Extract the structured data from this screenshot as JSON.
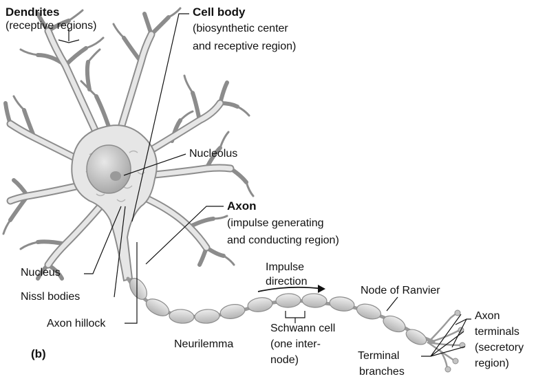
{
  "labels": {
    "dendrites": {
      "title": "Dendrites",
      "sub": "(receptive regions)"
    },
    "cell_body": {
      "title": "Cell body",
      "sub1": "(biosynthetic center",
      "sub2": "and receptive region)"
    },
    "nucleolus": "Nucleolus",
    "axon": {
      "title": "Axon",
      "sub1": "(impulse generating",
      "sub2": "and conducting region)"
    },
    "nucleus": "Nucleus",
    "nissl_bodies": "Nissl bodies",
    "axon_hillock": "Axon hillock",
    "panel_letter": "(b)",
    "impulse_direction": {
      "line1": "Impulse",
      "line2": "direction"
    },
    "node_of_ranvier": "Node of Ranvier",
    "schwann_cell": {
      "line1": "Schwann cell",
      "line2": "(one inter-",
      "line3": "node)"
    },
    "neurilemma": "Neurilemma",
    "terminal_branches": {
      "line1": "Terminal",
      "line2": "branches"
    },
    "axon_terminals": {
      "line1": "Axon",
      "line2": "terminals",
      "line3": "(secretory",
      "line4": "region)"
    }
  },
  "colors": {
    "cell_fill": "#e6e6e6",
    "cell_stroke": "#8c8c8c",
    "nucleus_fill": "#c4c4c4",
    "myelin_fill": "#cfcfcf",
    "leader_line": "#111111"
  }
}
